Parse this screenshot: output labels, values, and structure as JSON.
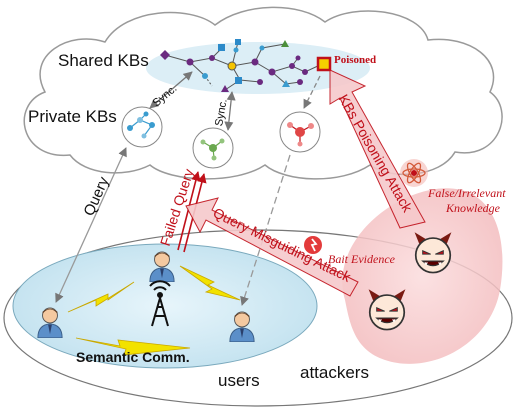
{
  "labels": {
    "shared_kbs": "Shared KBs",
    "private_kbs": "Private KBs",
    "sync_left": "Sync.",
    "sync_mid": "Sync.",
    "poisoned": "Poisoned",
    "query": "Query",
    "failed_query": "Failed Query",
    "kbs_poisoning_attack": "KBs Poisoning Attack",
    "query_misguiding_attack": "Query Misguiding Attack",
    "false_irrelevant_line1": "False/Irrelevant",
    "false_irrelevant_line2": "Knowledge",
    "bait_evidence": "Bait Evidence",
    "semantic_comm": "Semantic Comm.",
    "users": "users",
    "attackers": "attackers"
  },
  "icons": [
    "cloud-icon",
    "knowledge-graph-icon",
    "private-kb-icon",
    "user-icon",
    "cell-tower-icon",
    "lightning-icon",
    "devil-icon",
    "atom-icon",
    "bait-icon"
  ],
  "colors": {
    "attack_red": "#c0101a",
    "attack_zone": "#f6c9cb",
    "user_zone": "#d9eef7",
    "poison_box": "#f5d000"
  }
}
